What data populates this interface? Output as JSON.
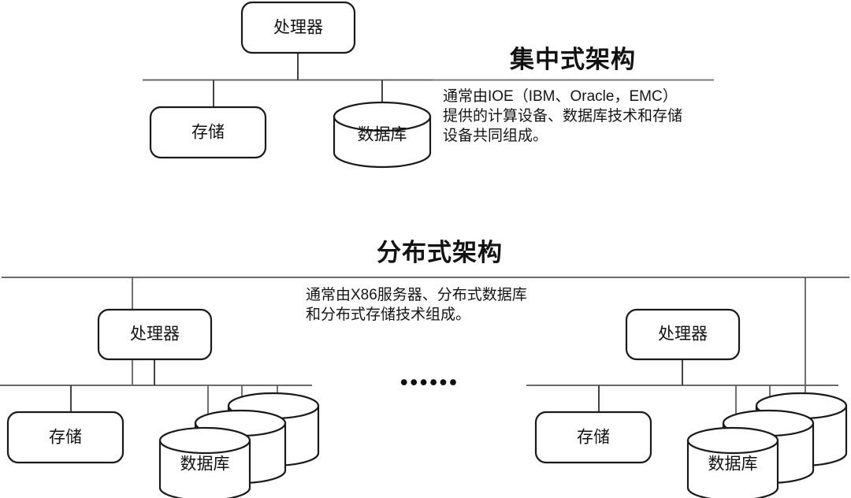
{
  "figure": {
    "background_color": "#ffffff",
    "line_color": "#1a1a1a",
    "bus_color": "#6b6b6b"
  },
  "centralized": {
    "title": "集中式架构",
    "description": "通常由IOE（IBM、Oracle，EMC）\n提供的计算设备、数据库技术和存储\n设备共同组成。",
    "nodes": {
      "processor": "处理器",
      "storage": "存储",
      "database": "数据库"
    }
  },
  "distributed": {
    "title": "分布式架构",
    "description": "通常由X86服务器、分布式数据库\n和分布式存储技术组成。",
    "ellipsis": "••••••",
    "clusters": [
      {
        "processor": "处理器",
        "storage": "存储",
        "database": "数据库"
      },
      {
        "processor": "处理器",
        "storage": "存储",
        "database": "数据库"
      }
    ]
  }
}
